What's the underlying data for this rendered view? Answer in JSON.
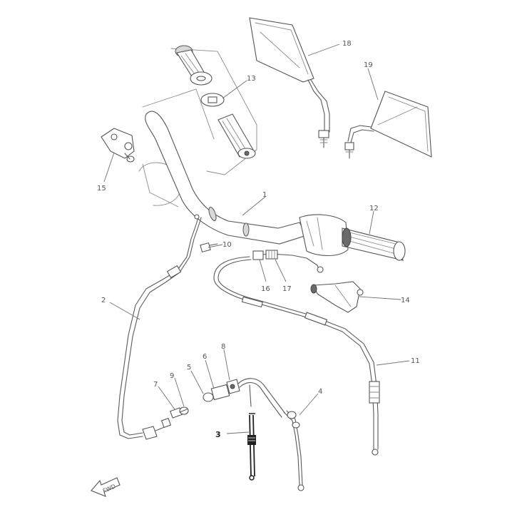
{
  "callouts": {
    "c1": "1",
    "c2": "2",
    "c3": "3",
    "c4": "4",
    "c5": "5",
    "c6": "6",
    "c7": "7",
    "c8": "8",
    "c9": "9",
    "c10": "10",
    "c11": "11",
    "c12": "12",
    "c13": "13",
    "c14": "14",
    "c15": "15",
    "c16": "16",
    "c17": "17",
    "c18": "18",
    "c19": "19"
  },
  "direction_marker": "FWD",
  "colors": {
    "line": "#5a5a5a",
    "highlight": "#222222",
    "background": "#ffffff"
  }
}
